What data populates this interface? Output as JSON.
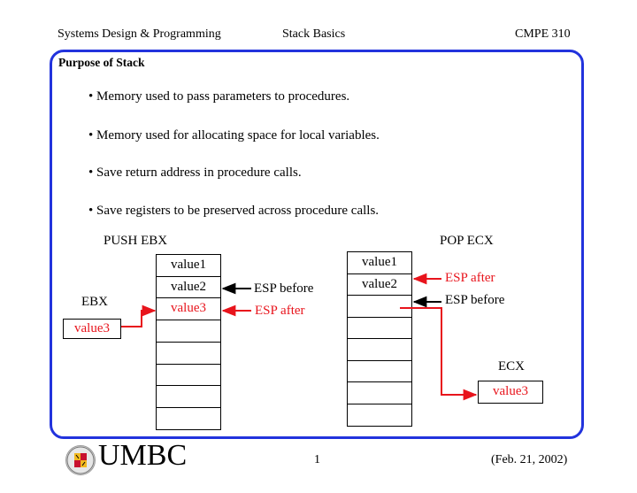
{
  "header": {
    "course": "Systems Design & Programming",
    "topic": "Stack Basics",
    "code": "CMPE 310"
  },
  "slide": {
    "title": "Purpose of Stack",
    "bullets": [
      "• Memory used to pass parameters to procedures.",
      "• Memory used for allocating space for local variables.",
      "• Save return address in procedure calls.",
      "• Save registers to be preserved across procedure calls."
    ]
  },
  "push": {
    "title": "PUSH EBX",
    "cells": [
      "value1",
      "value2",
      "value3",
      "",
      "",
      "",
      "",
      ""
    ],
    "register_label": "EBX",
    "register_value": "value3",
    "esp_before": "ESP before",
    "esp_after": "ESP after"
  },
  "pop": {
    "title": "POP ECX",
    "cells": [
      "value1",
      "value2",
      "",
      "",
      "",
      "",
      "",
      ""
    ],
    "register_label": "ECX",
    "register_value": "value3",
    "esp_before": "ESP before",
    "esp_after": "ESP after"
  },
  "footer": {
    "logo_text": "UMBC",
    "page_number": "1",
    "date": "(Feb. 21, 2002)"
  },
  "colors": {
    "frame": "#2233dd",
    "accent": "#e8141c",
    "seal_red": "#c8102e",
    "seal_gold": "#f2b81f"
  }
}
